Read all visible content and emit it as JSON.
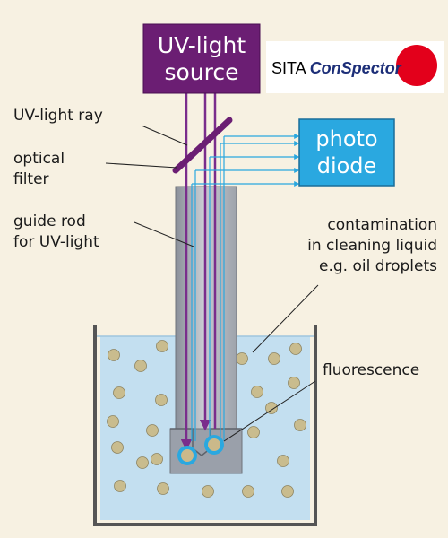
{
  "source_box": {
    "line1": "UV-light",
    "line2": "source"
  },
  "detector_box": {
    "line1": "photo",
    "line2": "diode"
  },
  "labels": {
    "uv_ray": "UV-light ray",
    "optical_filter": [
      "optical",
      "filter"
    ],
    "guide_rod": [
      "guide rod",
      "for UV-light"
    ],
    "contamination": [
      "contamination",
      "in cleaning liquid",
      "e.g. oil droplets"
    ],
    "fluorescence": "fluorescence"
  },
  "logo": {
    "prefix": "SITA ",
    "brand": "ConSpector"
  },
  "colors": {
    "background": "#f7f1e2",
    "source_box": "#6b1e73",
    "detector_box": "#2aa8e0",
    "uv_light": "#7a2d8c",
    "liquid": "#c3dff0",
    "droplet": "#c9bc8e",
    "logo_red": "#e3001b",
    "logo_blue": "#1c2e78"
  }
}
